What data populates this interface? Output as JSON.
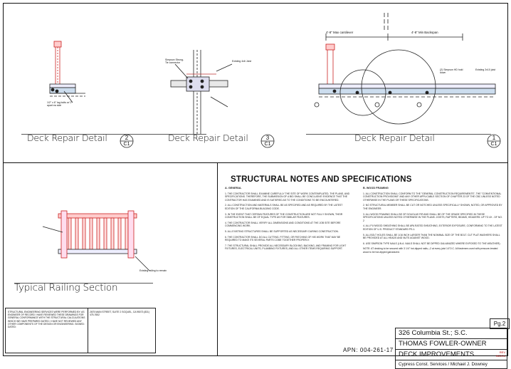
{
  "sheet": {
    "title": "STRUCTURAL NOTES AND SPECIFICATIONS",
    "apn": "APN: 004-261-17",
    "page": "Pg.2"
  },
  "details": [
    {
      "title": "Deck Repair Detail",
      "number": "2",
      "sheet": "C1"
    },
    {
      "title": "Deck Repair Detail",
      "number": "3",
      "sheet": "C1"
    },
    {
      "title": "Deck Repair Detail",
      "number": "1",
      "sheet": "C1"
    },
    {
      "title": "Typical Railing Section"
    }
  ],
  "callouts": {
    "dim_left": "4'-8\" Max cantilever",
    "dim_right": "4'-8\" Min Backspan",
    "d2_note": "1/2\" x 6\" lag bolts w/ 2\" apart ea side",
    "d3_note_a": "Existing 4x6 Joist",
    "d3_note_b": "Simpson Strong-Tie connector",
    "d1_note_a": "(2) Simpson HD hold down",
    "d1_note_b": "Existing 2x10 joist",
    "rail_note": "Existing railing to remain"
  },
  "notes": {
    "a_heading": "A. GENERAL",
    "col1": [
      "1. THE CONTRACTOR SHALL EXAMINE CAREFULLY THE SITE OF WORK CONTEMPLATED, THE PLANS, AND SPECIFICATIONS. THEREFORE, THE SUBMISSION OF A BID SHALL BE CONCLUSIVE EVIDENCE THAT THE CONTRACTOR HAS EXAMINED AND IS SATISFIED AS TO THE CONDITIONS TO BE ENCOUNTERED.",
      "2. ALL CONSTRUCTION AND MATERIALS SHALL BE AS SPECIFIED AND AS REQUIRED BY THE LATEST EDITION OF THE CALIFORNIA BUILDING CODE.",
      "3. IN THE EVENT THAT CERTAIN FEATURES OF THE CONSTRUCTION ARE NOT FULLY SHOWN, THEIR CONSTRUCTION SHALL BE OF EQUAL TYPE AS FOR SIMILAR FEATURES.",
      "4. THE CONTRACTOR SHALL VERIFY ALL DIMENSIONS AND CONDITIONS AT THE JOB SITE BEFORE COMMENCING WORK.",
      "5. ALL EXISTING STRUCTURES SHALL BE SUPPORTED AS NECESSARY DURING CONSTRUCTION.",
      "6. THE CONTRACTOR SHALL DO ALL CUTTING, FITTING, OR PATCHING OF HIS WORK THAT MAY BE REQUIRED TO MAKE ITS SEVERAL PARTS COME TOGETHER PROPERLY.",
      "7. THE STRUCTURAL SHALL PROVIDE ALL NECESSARY BLOCKING, BACKING, AND FRAMING FOR LIGHT FIXTURES, ELECTRICAL UNITS, PLUMBING FIXTURES, AND ALL OTHER ITEMS REQUIRING SUPPORT."
    ],
    "b_heading": "B. WOOD FRAMING",
    "col2": [
      "1. ALL CONSTRUCTION SHALL CONFORM TO THE \"GENERAL CONSTRUCTION REQUIREMENTS\", THE \"CONVENTIONAL CONSTRUCTION PROVISIONS\" AND ANY OTHER APPLICABLE SECTION OF CHAPTER 23 OF THE CBC UNLESS NOTED OTHERWISE IN THE PLANS OR THESE SPECIFICATIONS.",
      "2. NO STRUCTURAL MEMBER SHALL BE CUT OR NOTCHED UNLESS SPECIFICALLY SHOWN, NOTED, OR APPROVED BY THE ENGINEER.",
      "3. ALL WOOD FRAMING SHALL BE OF DOUGLAS FIR AND SHALL BE OF THE GRADE SPECIFIED IN THESE SPECIFICATIONS UNLESS NOTED OTHERWISE IN THE PLANS. JOISTS, RAFTERS, BEAMS, HEADERS: UP TO 4X - DF NO. 2",
      "4. ALL PLYWOOD SHEATHING SHALL BE APA RATED SHEATHING, EXTERIOR EXPOSURE, CONFORMING TO THE LATEST EDITION OF U.S. PRODUCT STANDARD PS-1.",
      "5. ALL BOLT HOLES SHALL BE 1/16 INCH LARGER THAN THE NOMINAL SIZE OF THE BOLT. CUT PLAT WASHERS SHALL BE PROVIDED AT ALL HEADS AND NUTS AGAINST WOOD.",
      "6. USE SIMPSON TYPE NAILS (LN.A. NAILS SHALL NOT BE DIPPED GALVANIZED WHERE EXPOSED TO THE WEATHER).",
      "NOTE: AT decking to be secured with 3 1/4\" hot-dipped nails—2 at every joist 14\"O.C. All fasteners used with pressure-treated wood to be hot-dipped galvanized."
    ],
    "engineer_left": "STRUCTURAL ENGINEERING SERVICES WERE PERFORMED BY: AS ENGINEER OF RECORD I HAVE REVIEWED THESE DRAWINGS FOR GENERAL CONFORMANCE WITH THE STRUCTURAL CALCULATIONS WHICH WE HAVE PREPARED DATED: I HAVE NOT REVIEWED ANY OTHER COMPONENTS OF THE DESIGN OR ENGINEERING. SIGNED: DATED:",
    "engineer_right": "2675 MAIN STREET, SUITE 2 SOQUEL, CA 95073 (831) 475-7652"
  },
  "title_block": {
    "address": "326 Columbia St.; S.C.",
    "owner": "THOMAS FOWLER-OWNER",
    "project": "DECK IMPROVEMENTS",
    "company": "Cypress Const. Services / Michael J. Downey",
    "rev_label": "REV",
    "rev_date": "9/22/14"
  }
}
